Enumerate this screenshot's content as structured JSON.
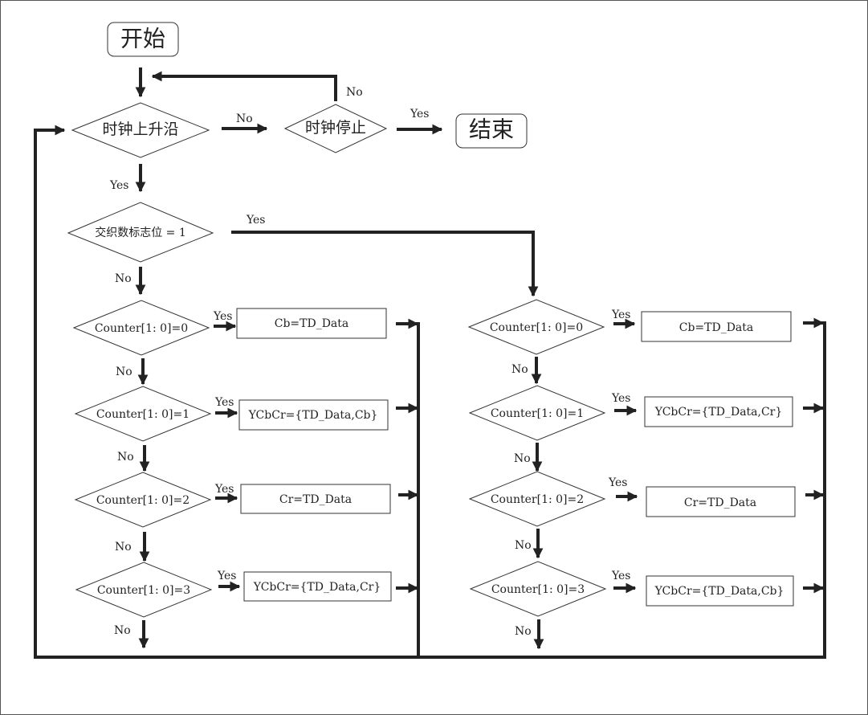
{
  "terminals": {
    "start": "开始",
    "end": "结束"
  },
  "decisions": {
    "clock_rising": "时钟上升沿",
    "clock_stop": "时钟停止",
    "interleave_flag": "交织数标志位 = 1"
  },
  "edge_labels": {
    "yes": "Yes",
    "no": "No"
  },
  "left_column": [
    {
      "condition": "Counter[1: 0]=0",
      "action": "Cb=TD_Data"
    },
    {
      "condition": "Counter[1: 0]=1",
      "action": "YCbCr={TD_Data,Cb}"
    },
    {
      "condition": "Counter[1: 0]=2",
      "action": "Cr=TD_Data"
    },
    {
      "condition": "Counter[1: 0]=3",
      "action": "YCbCr={TD_Data,Cr}"
    }
  ],
  "right_column": [
    {
      "condition": "Counter[1: 0]=0",
      "action": "Cb=TD_Data"
    },
    {
      "condition": "Counter[1: 0]=1",
      "action": "YCbCr={TD_Data,Cr}"
    },
    {
      "condition": "Counter[1: 0]=2",
      "action": "Cr=TD_Data"
    },
    {
      "condition": "Counter[1: 0]=3",
      "action": "YCbCr={TD_Data,Cb}"
    }
  ]
}
